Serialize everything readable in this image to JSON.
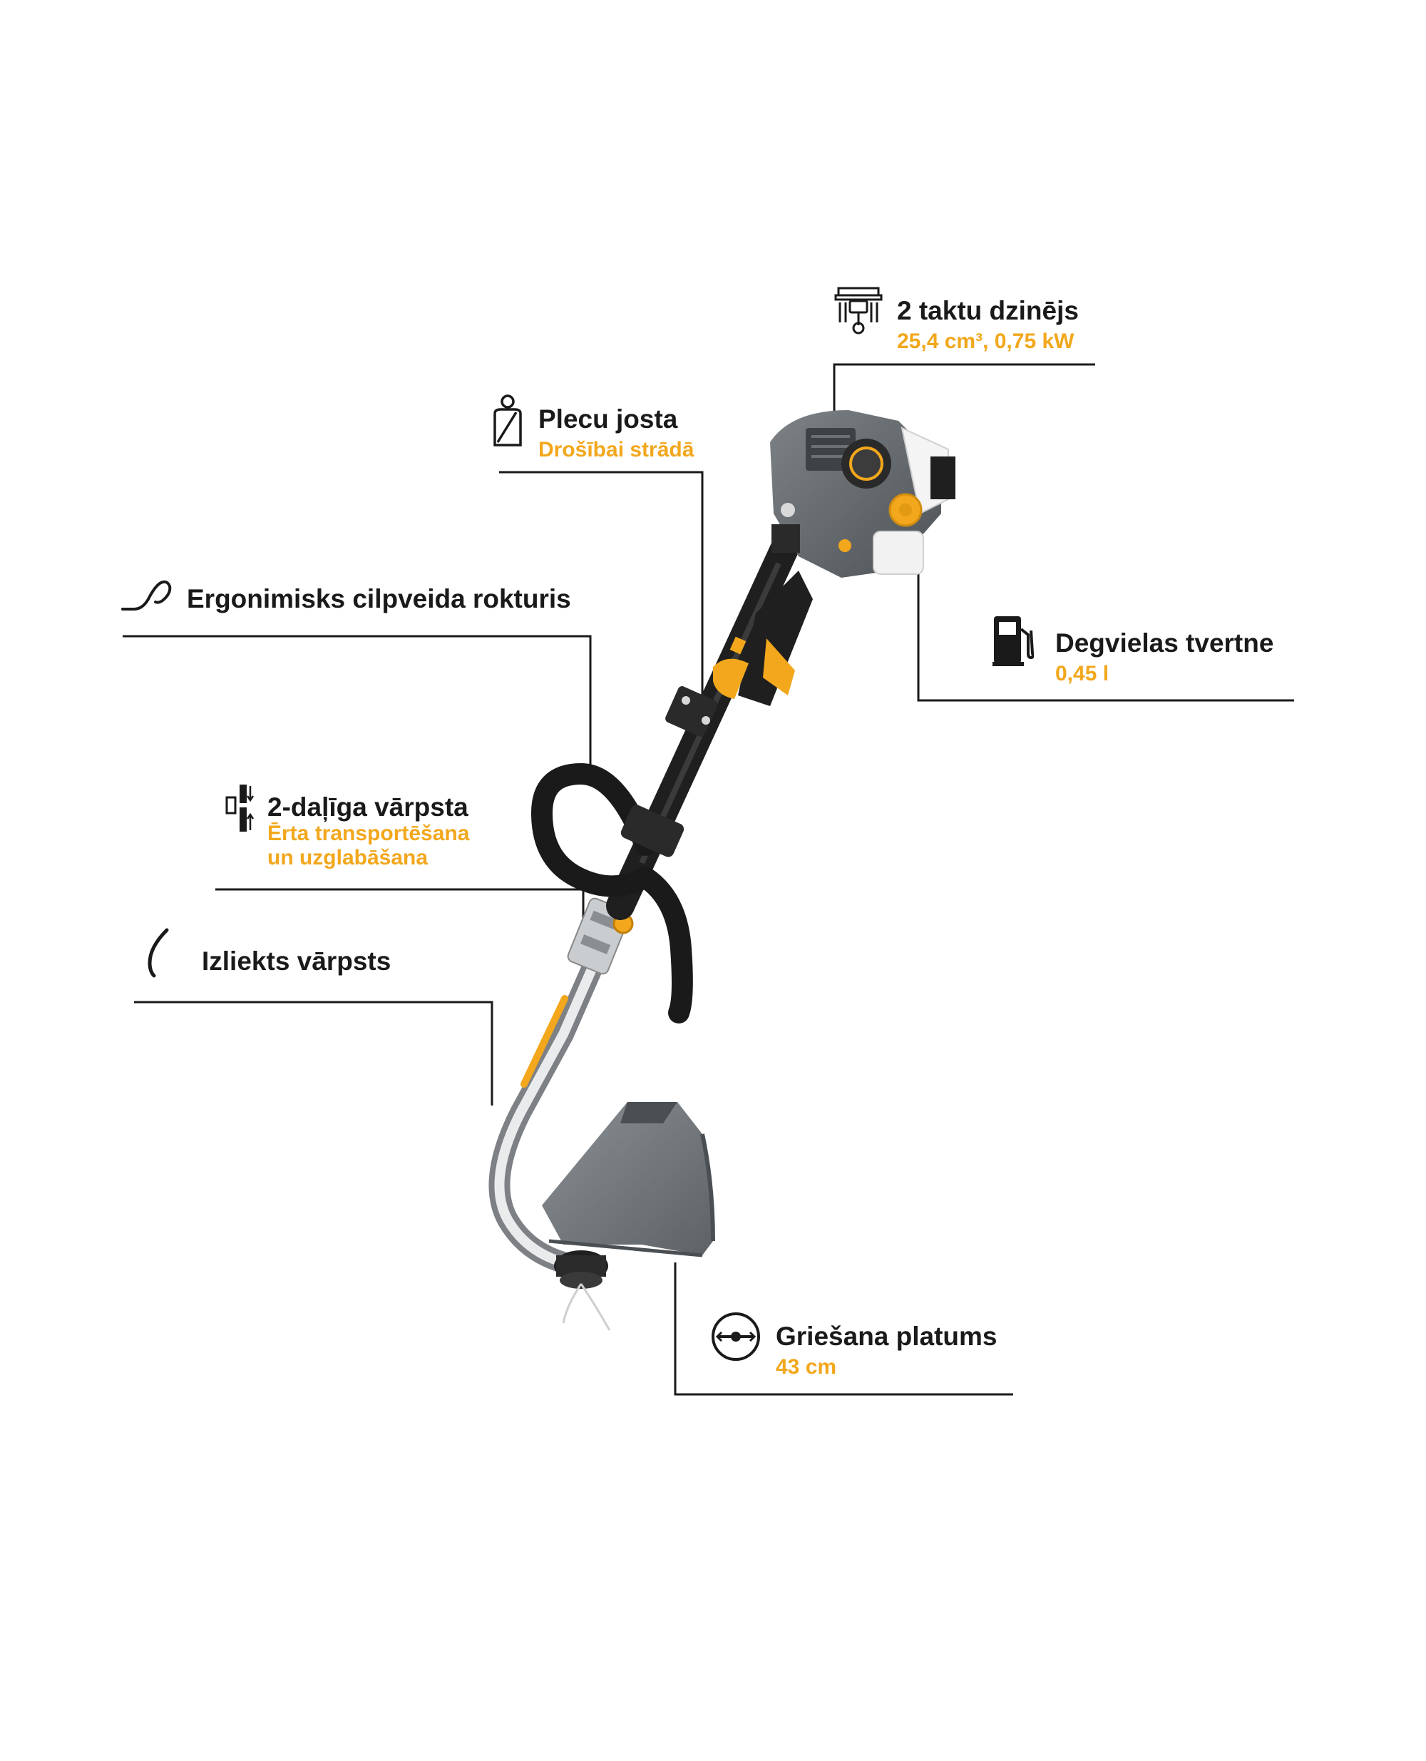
{
  "features": {
    "engine": {
      "title": "2 taktu dzinējs",
      "sub": "25,4 cm³, 0,75 kW",
      "icon": "engine-piston-icon"
    },
    "shoulder_strap": {
      "title": "Plecu josta",
      "sub": "Drošībai strādā",
      "icon": "seatbelt-person-icon"
    },
    "handle": {
      "title": "Ergonimisks cilpveida rokturis",
      "icon": "loop-handle-icon"
    },
    "fuel_tank": {
      "title": "Degvielas tvertne",
      "sub": "0,45 l",
      "icon": "fuel-pump-icon"
    },
    "two_part_shaft": {
      "title": "2-daļīga vārpsta",
      "sub1": "Ērta transportēšana",
      "sub2": "un uzglabāšana",
      "icon": "split-shaft-icon"
    },
    "curved_shaft": {
      "title": "Izliekts vārpsts",
      "icon": "curved-shaft-icon"
    },
    "cutting_width": {
      "title": "Griešana platums",
      "sub": "43 cm",
      "icon": "cutting-width-icon"
    }
  },
  "colors": {
    "accent": "#f2a71c",
    "text": "#1a1a1a",
    "line": "#1a1a1a",
    "body_gray": "#6f7478",
    "dark": "#1c1c1c"
  }
}
